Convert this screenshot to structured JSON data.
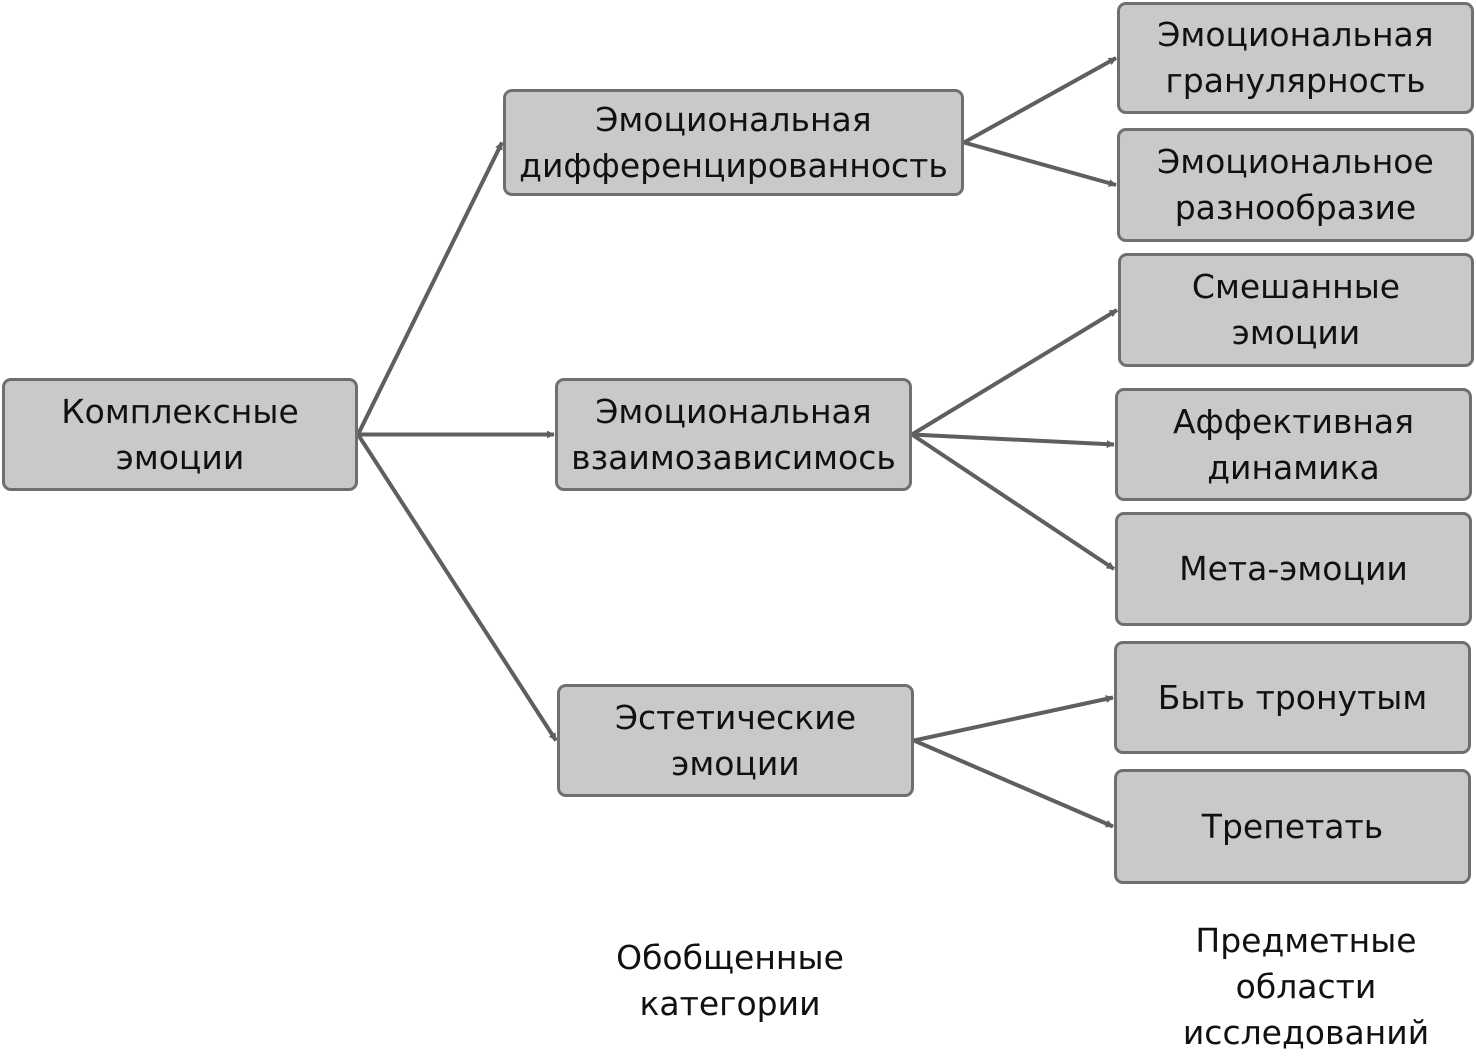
{
  "colors": {
    "node_fill": "#c9c9c9",
    "node_border": "#6f6f6f",
    "arrow": "#5f5f5f",
    "text": "#111111"
  },
  "nodes": {
    "root": {
      "lines": [
        "Комплексные",
        "эмоции"
      ]
    },
    "differentiation": {
      "lines": [
        "Эмоциональная",
        "дифференцированность"
      ]
    },
    "interdependence": {
      "lines": [
        "Эмоциональная",
        "взаимозависимось"
      ]
    },
    "aesthetic": {
      "lines": [
        "Эстетические",
        "эмоции"
      ]
    },
    "granularity": {
      "lines": [
        "Эмоциональная",
        "гранулярность"
      ]
    },
    "diversity": {
      "lines": [
        "Эмоциональное",
        "разнообразие"
      ]
    },
    "mixed": {
      "lines": [
        "Смешанные",
        "эмоции"
      ]
    },
    "affective_dynamics": {
      "lines": [
        "Аффективная",
        "динамика"
      ]
    },
    "meta_emotions": {
      "lines": [
        "Мета-эмоции"
      ]
    },
    "being_moved": {
      "lines": [
        "Быть тронутым"
      ]
    },
    "awe": {
      "lines": [
        "Трепетать"
      ]
    }
  },
  "edges": [
    {
      "from": "root",
      "to": "differentiation"
    },
    {
      "from": "root",
      "to": "interdependence"
    },
    {
      "from": "root",
      "to": "aesthetic"
    },
    {
      "from": "differentiation",
      "to": "granularity"
    },
    {
      "from": "differentiation",
      "to": "diversity"
    },
    {
      "from": "interdependence",
      "to": "mixed"
    },
    {
      "from": "interdependence",
      "to": "affective_dynamics"
    },
    {
      "from": "interdependence",
      "to": "meta_emotions"
    },
    {
      "from": "aesthetic",
      "to": "being_moved"
    },
    {
      "from": "aesthetic",
      "to": "awe"
    }
  ],
  "captions": {
    "categories": {
      "lines": [
        "Обобщенные",
        "категории"
      ]
    },
    "domains": {
      "lines": [
        "Предметные",
        "области",
        "исследований"
      ]
    }
  }
}
